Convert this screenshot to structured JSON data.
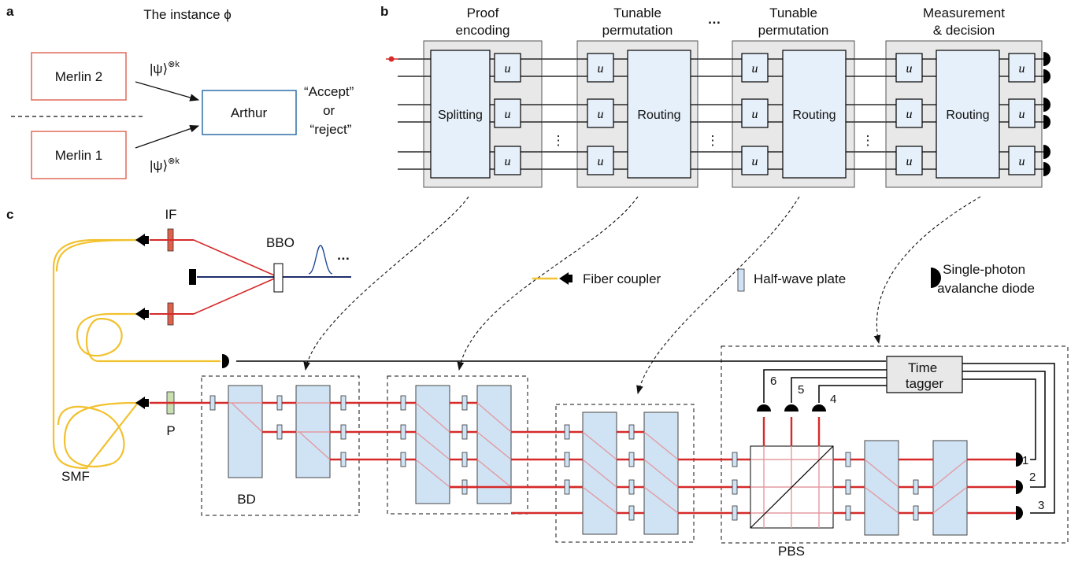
{
  "panel_a": {
    "label": "a",
    "instance_title": "The instance ϕ",
    "merlin_top": "Merlin 2",
    "merlin_bottom": "Merlin 1",
    "arthur": "Arthur",
    "state_top": "|ψ⟩",
    "state_top_exp": "⊗k",
    "state_bottom": "|ψ⟩",
    "state_bottom_exp": "⊗k",
    "decision_lines": [
      "“Accept”",
      "or",
      "“reject”"
    ],
    "colors": {
      "merlin": "#e06a5a",
      "arthur": "#2f6fa8"
    }
  },
  "panel_b": {
    "label": "b",
    "stages": [
      {
        "title_lines": [
          "Proof",
          "encoding"
        ],
        "block": "Splitting"
      },
      {
        "title_lines": [
          "Tunable",
          "permutation"
        ],
        "block": "Routing"
      },
      {
        "title_lines": [
          "Tunable",
          "permutation"
        ],
        "block": "Routing"
      },
      {
        "title_lines": [
          "Measurement",
          "& decision"
        ],
        "block": "Routing"
      }
    ],
    "ellipsis": "…",
    "vdots": "⋮",
    "unitary": "u",
    "colors": {
      "stage_bg": "#e8e8e8",
      "block_bg": "#e6f0fa",
      "source": "#d62a2a"
    }
  },
  "panel_c": {
    "label": "c",
    "IF": "IF",
    "BBO": "BBO",
    "pulse_ellipsis": "…",
    "P": "P",
    "SMF": "SMF",
    "BD": "BD",
    "PBS": "PBS",
    "time_tagger_lines": [
      "Time",
      "tagger"
    ],
    "detector_numbers": [
      "1",
      "2",
      "3",
      "4",
      "5",
      "6"
    ],
    "legend": {
      "fiber_coupler": "Fiber coupler",
      "half_wave_plate": "Half-wave plate",
      "spad_lines": [
        "Single-photon",
        "avalanche diode"
      ]
    },
    "colors": {
      "fiber": "#f2c12e",
      "beam": "#d62a2a",
      "pump": "#1f2d6b",
      "crystal": "#cfe3f5",
      "filter": "#e0604a",
      "polarizer": "#c8e0b0",
      "inner_beam": "#e39aa0"
    }
  }
}
